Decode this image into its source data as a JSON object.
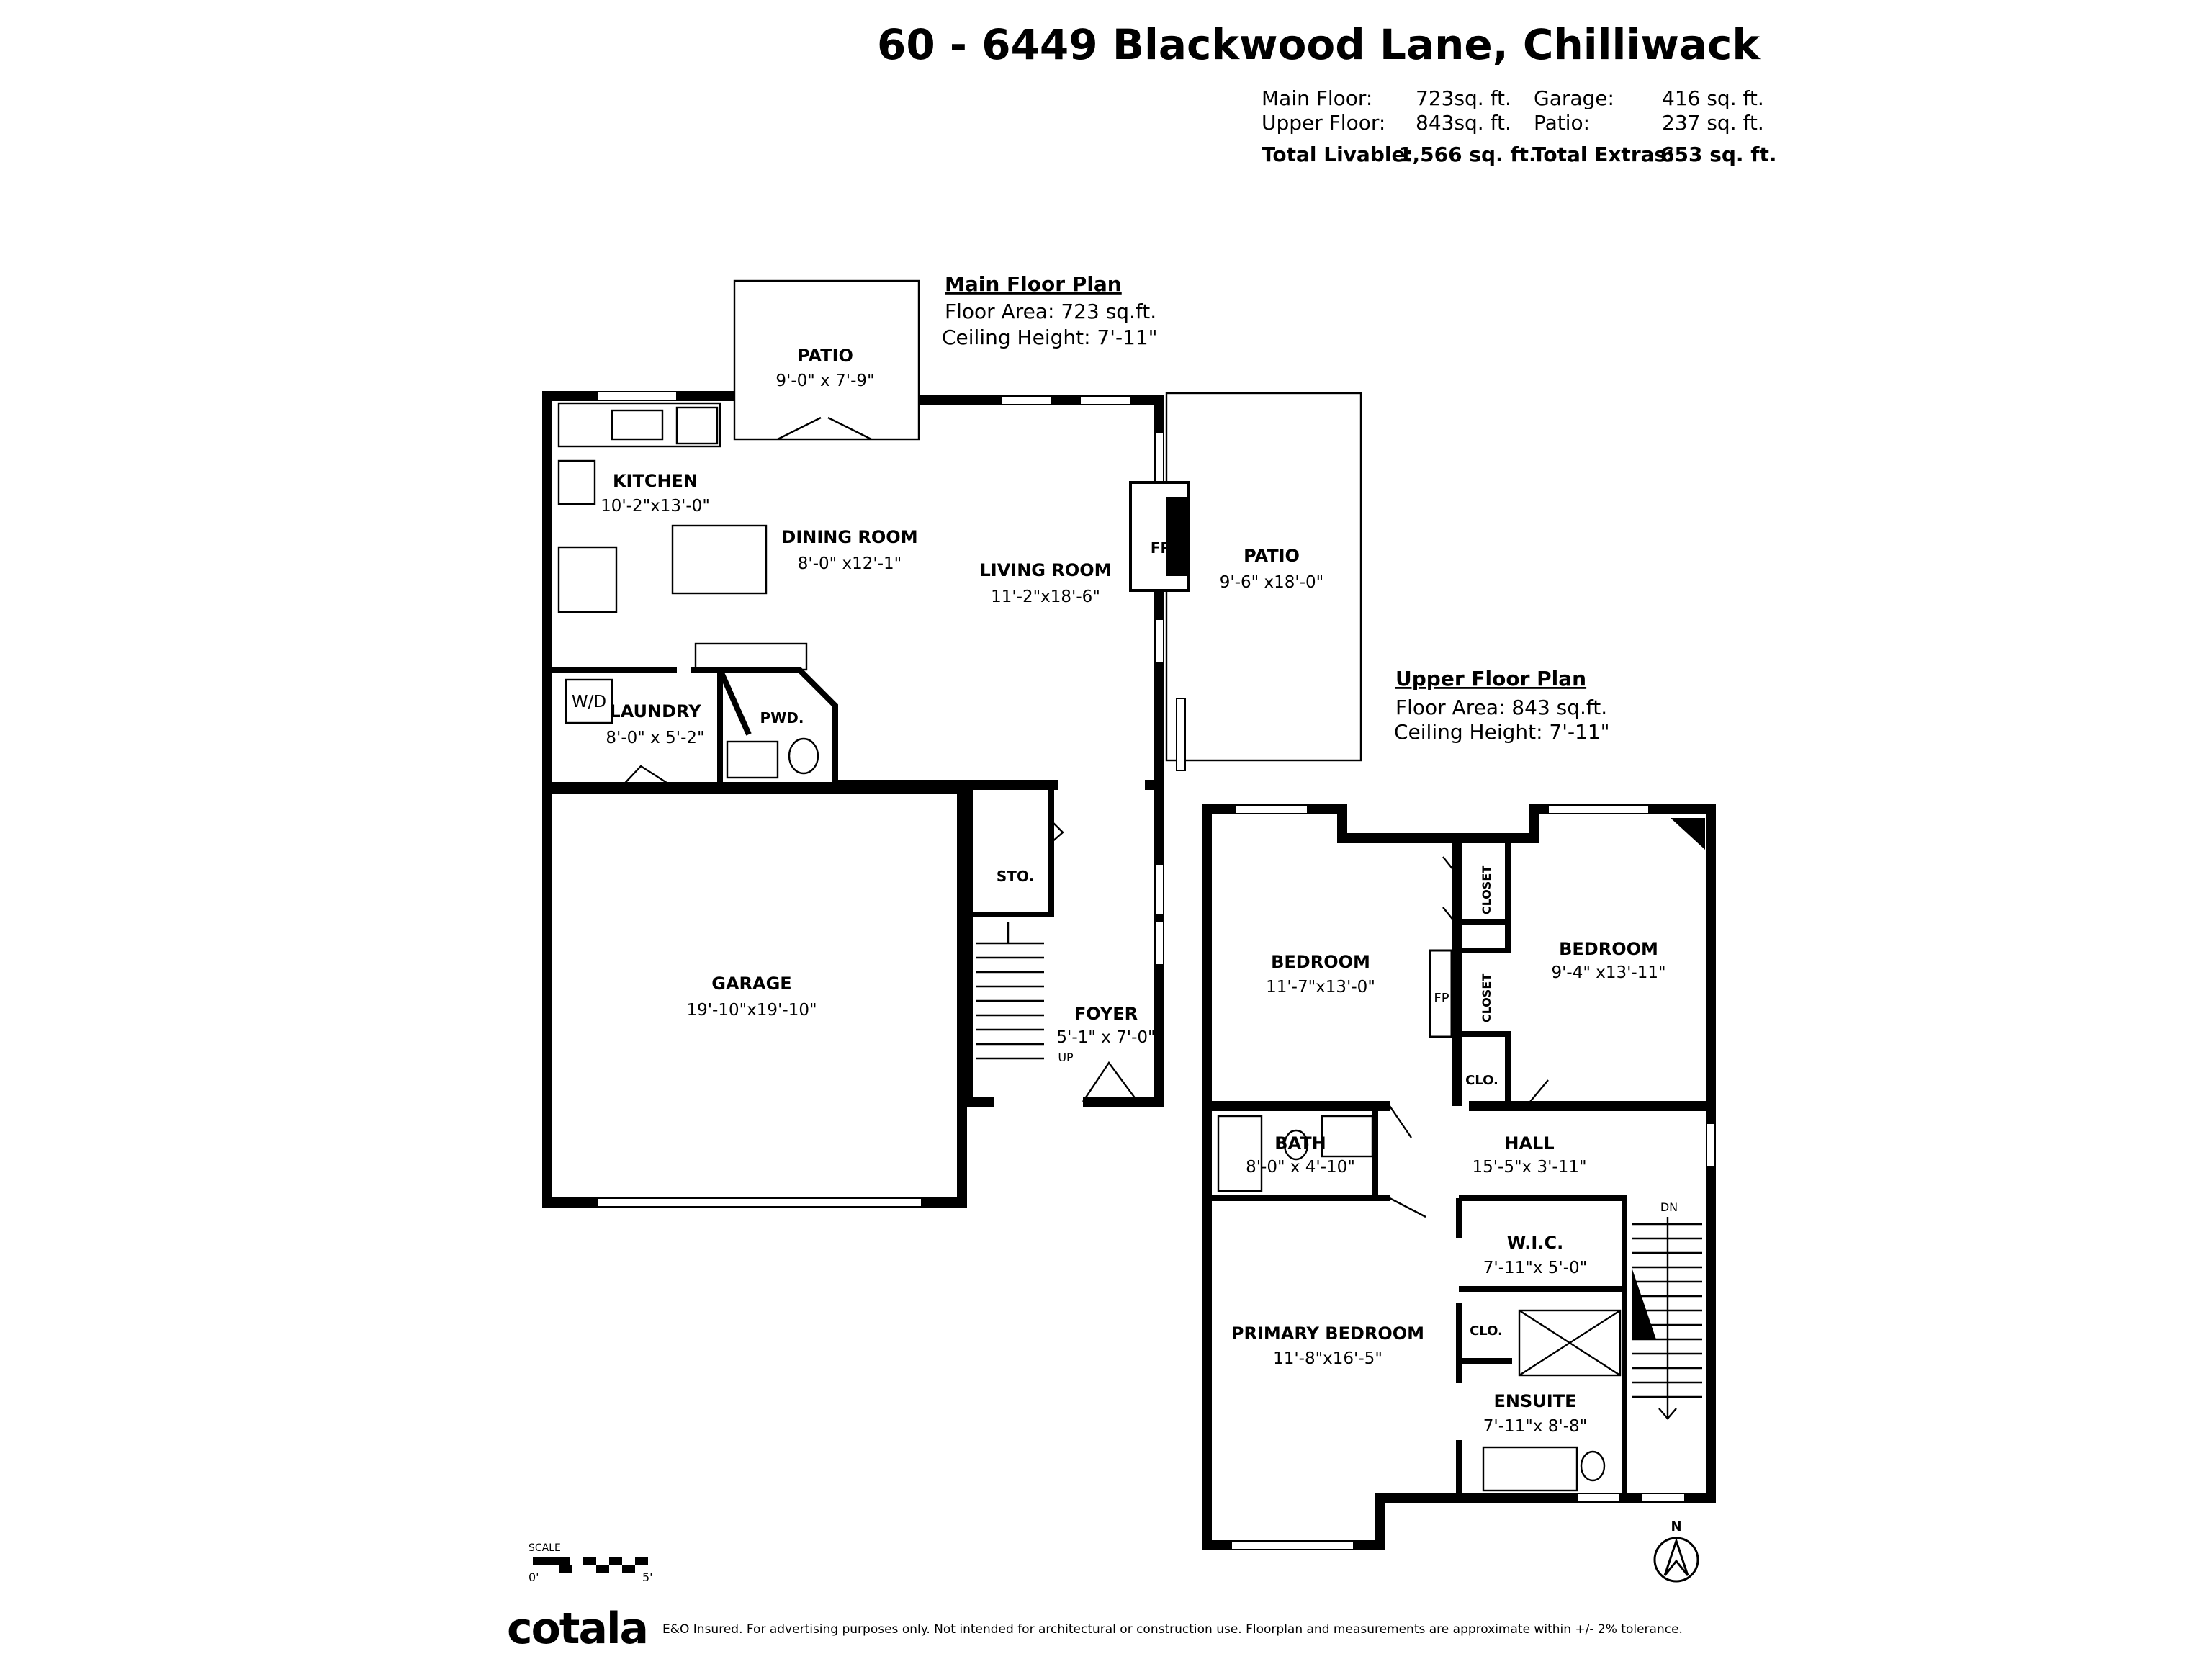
{
  "header": {
    "title": "60 - 6449 Blackwood Lane, Chilliwack",
    "stats": {
      "main_floor_label": "Main Floor:",
      "main_floor_value": "723sq. ft.",
      "upper_floor_label": "Upper Floor:",
      "upper_floor_value": "843sq. ft.",
      "garage_label": "Garage:",
      "garage_value": "416 sq. ft.",
      "patio_label": "Patio:",
      "patio_value": "237 sq. ft.",
      "total_livable_label": "Total Livable:",
      "total_livable_value": "1,566 sq. ft.",
      "total_extras_label": "Total Extras:",
      "total_extras_value": "653 sq. ft."
    }
  },
  "main_floor": {
    "heading": "Main Floor Plan",
    "area": "Floor Area: 723 sq.ft.",
    "ceiling": "Ceiling Height: 7'-11\"",
    "rooms": {
      "patio_top": {
        "name": "PATIO",
        "dims": "9'-0\" x 7'-9\""
      },
      "kitchen": {
        "name": "KITCHEN",
        "dims": "10'-2\"x13'-0\""
      },
      "dining": {
        "name": "DINING ROOM",
        "dims": "8'-0\" x12'-1\""
      },
      "living": {
        "name": "LIVING ROOM",
        "dims": "11'-2\"x18'-6\""
      },
      "patio_side": {
        "name": "PATIO",
        "dims": "9'-6\" x18'-0\""
      },
      "fireplace": "FP",
      "washer_dryer": "W/D",
      "laundry": {
        "name": "LAUNDRY",
        "dims": "8'-0\" x 5'-2\""
      },
      "powder": {
        "name": "PWD."
      },
      "storage": {
        "name": "STO."
      },
      "garage": {
        "name": "GARAGE",
        "dims": "19'-10\"x19'-10\""
      },
      "foyer": {
        "name": "FOYER",
        "dims": "5'-1\" x 7'-0\""
      },
      "stairs_up": "UP"
    }
  },
  "upper_floor": {
    "heading": "Upper Floor Plan",
    "area": "Floor Area: 843 sq.ft.",
    "ceiling": "Ceiling Height: 7'-11\"",
    "rooms": {
      "bedroom1": {
        "name": "BEDROOM",
        "dims": "11'-7\"x13'-0\""
      },
      "bedroom2": {
        "name": "BEDROOM",
        "dims": "9'-4\" x13'-11\""
      },
      "closet1": "CLOSET",
      "closet2": "CLOSET",
      "fireplace": "FP",
      "clo_hall": "CLO.",
      "bath": {
        "name": "BATH",
        "dims": "8'-0\" x 4'-10\""
      },
      "hall": {
        "name": "HALL",
        "dims": "15'-5\"x 3'-11\""
      },
      "wic": {
        "name": "W.I.C.",
        "dims": "7'-11\"x 5'-0\""
      },
      "primary": {
        "name": "PRIMARY BEDROOM",
        "dims": "11'-8\"x16'-5\""
      },
      "clo_ensuite": "CLO.",
      "ensuite": {
        "name": "ENSUITE",
        "dims": "7'-11\"x 8'-8\""
      },
      "stairs_down": "DN"
    }
  },
  "scale": {
    "label": "SCALE",
    "start": "0'",
    "end": "5'"
  },
  "compass": {
    "label": "N"
  },
  "footer": {
    "logo": "cotala",
    "disclaimer": "E&O Insured. For advertising purposes only. Not intended for architectural or construction use. Floorplan and measurements are approximate within +/- 2% tolerance."
  }
}
